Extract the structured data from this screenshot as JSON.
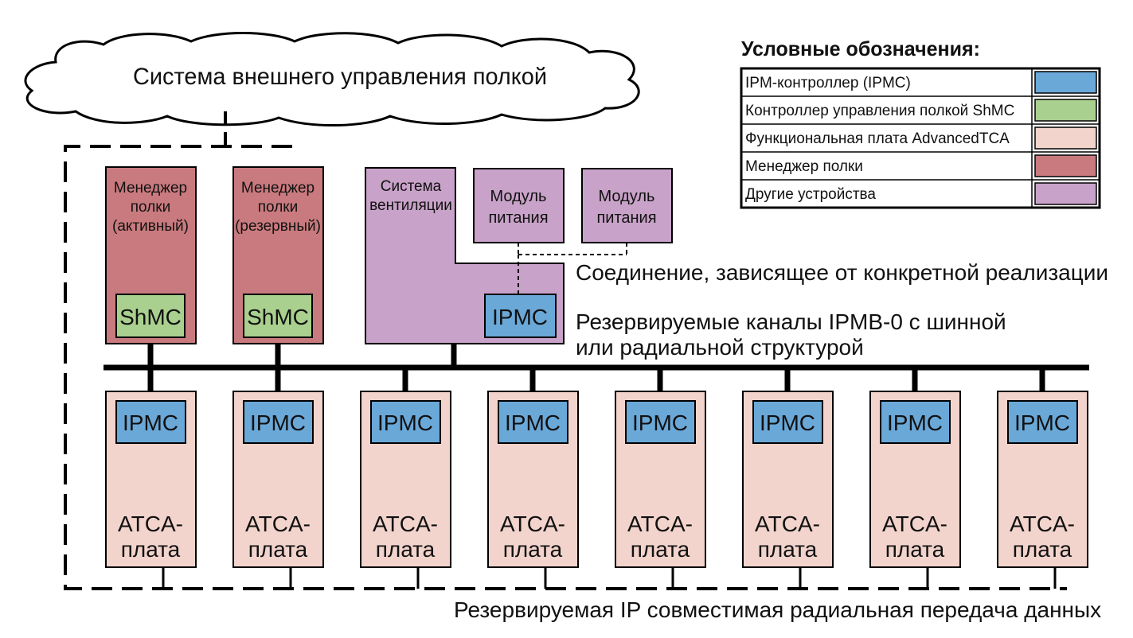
{
  "cloud": {
    "label": "Система внешнего управления полкой"
  },
  "shelf_managers": [
    {
      "lines": [
        "Менеджер",
        "полки",
        "(активный)"
      ],
      "controller": "ShMC"
    },
    {
      "lines": [
        "Менеджер",
        "полки",
        "(резервный)"
      ],
      "controller": "ShMC"
    }
  ],
  "fan_system": {
    "lines": [
      "Система",
      "вентиляции"
    ],
    "controller": "IPMC"
  },
  "power_modules": [
    {
      "lines": [
        "Модуль",
        "питания"
      ]
    },
    {
      "lines": [
        "Модуль",
        "питания"
      ]
    }
  ],
  "annotations": {
    "impl_connection": "Соединение, зависящее от конкретной реализации",
    "ipmb_line1": "Резервируемые каналы IPMB-0 с шинной",
    "ipmb_line2": "или радиальной структурой",
    "ip_transfer": "Резервируемая IP совместимая радиальная передача данных"
  },
  "boards": [
    {
      "controller": "IPMC",
      "lines": [
        "ATCA-",
        "плата"
      ]
    },
    {
      "controller": "IPMC",
      "lines": [
        "ATCA-",
        "плата"
      ]
    },
    {
      "controller": "IPMC",
      "lines": [
        "ATCA-",
        "плата"
      ]
    },
    {
      "controller": "IPMC",
      "lines": [
        "ATCA-",
        "плата"
      ]
    },
    {
      "controller": "IPMC",
      "lines": [
        "ATCA-",
        "плата"
      ]
    },
    {
      "controller": "IPMC",
      "lines": [
        "ATCA-",
        "плата"
      ]
    },
    {
      "controller": "IPMC",
      "lines": [
        "ATCA-",
        "плата"
      ]
    },
    {
      "controller": "IPMC",
      "lines": [
        "ATCA-",
        "плата"
      ]
    }
  ],
  "legend": {
    "title": "Условные обозначения:",
    "items": [
      {
        "label": "IPM-контроллер (IPMC)",
        "color": "#6aa8d8"
      },
      {
        "label": "Контроллер управления полкой ShMC",
        "color": "#a9d08e"
      },
      {
        "label": "Функциональная плата AdvancedTCA",
        "color": "#f2d4cc"
      },
      {
        "label": "Менеджер полки",
        "color": "#c97a7e"
      },
      {
        "label": "Другие устройства",
        "color": "#c8a2c8"
      }
    ]
  },
  "colors": {
    "ipmc": "#6aa8d8",
    "shmc": "#a9d08e",
    "board": "#f2d4cc",
    "manager": "#c97a7e",
    "other": "#c8a2c8"
  }
}
